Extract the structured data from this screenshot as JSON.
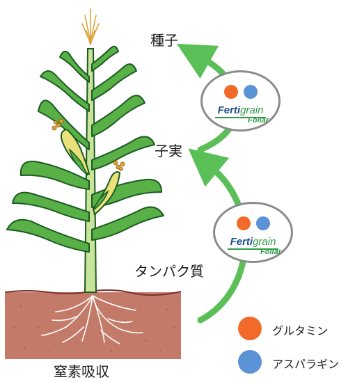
{
  "labels": {
    "seed": "種子",
    "grain": "子実",
    "protein": "タンパク質",
    "nitrogen": "窒素吸収"
  },
  "badge": {
    "brand_bold": "Ferti",
    "brand_light": "grain",
    "brand_sub": "Foliar"
  },
  "legend": [
    {
      "label": "グルタミン",
      "color": "#f26a2a"
    },
    {
      "label": "アスパラギン",
      "color": "#5b93d6"
    }
  ],
  "colors": {
    "arrow": "#5bbf57",
    "soil": "#c47a68",
    "leaf": "#58b046",
    "leaf_dark": "#1b5a22",
    "stem": "#c8e49a",
    "cob": "#e9e27a",
    "tassel": "#e0a23a"
  }
}
